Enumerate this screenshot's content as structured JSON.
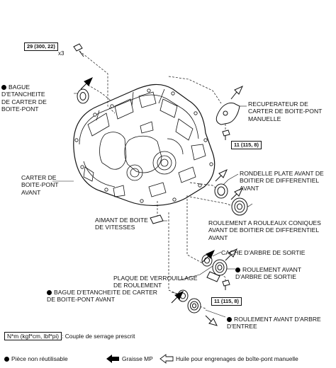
{
  "torque_specs": {
    "top_bolt": "29 (300, 22)",
    "top_bolt_qty": "x3",
    "recuperator_bolt": "11 (115, 8)",
    "bearing_bolt": "11 (115, 8)"
  },
  "labels": {
    "bague_carter": "BAGUE\nD'ETANCHEITE\nDE CARTER DE\nBOITE-PONT",
    "recuperateur": "RECUPERATEUR DE\nCARTER DE BOITE-PONT\nMANUELLE",
    "carter_avant": "CARTER DE\nBOITE-PONT\nAVANT",
    "rondelle": "RONDELLE PLATE AVANT DE\nBOITIER DE DIFFERENTIEL\nAVANT",
    "roulement_coniques": "ROULEMENT A ROULEAUX CONIQUES\nAVANT DE BOITIER DE DIFFERENTIEL\nAVANT",
    "aimant": "AIMANT DE BOITE\nDE VITESSES",
    "cache_arbre": "CACHE D'ARBRE DE SORTIE",
    "roulement_sortie": "ROULEMENT AVANT\nD'ARBRE DE SORTIE",
    "plaque": "PLAQUE DE VERROUILLAGE\nDE ROULEMENT",
    "bague_avant": "BAGUE D'ETANCHEITE DE CARTER\nDE BOITE-PONT AVANT",
    "roulement_entree": "ROULEMENT AVANT D'ARBRE\nD'ENTREE"
  },
  "legend": {
    "unit": "N*m (kgf*cm, lbf*pi)",
    "unit_desc": ": Couple de serrage prescrit",
    "non_reusable": "Pièce non réutilisable",
    "grease": "Graisse MP",
    "oil": "Huile pour engrenages de boîte-pont manuelle"
  }
}
